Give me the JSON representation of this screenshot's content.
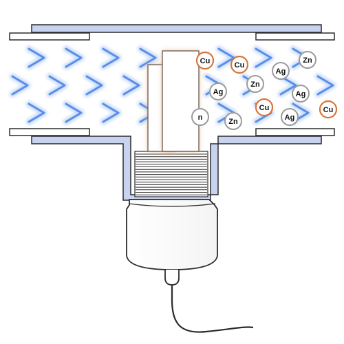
{
  "colors": {
    "pipe_fill": "#c8d4ef",
    "pipe_stroke": "#2b2b2b",
    "flow_arrow": "#3b7be3",
    "electrode_glow": "#e8b48a",
    "ion_copper_ring": "#d9743a",
    "ion_default_ring": "#9a9a9a"
  },
  "icons": {
    "flow": "chevron-right-arrow",
    "electrode": "electrode-rod",
    "sensor_housing": "cylindrical-housing",
    "cable": "power-cable"
  },
  "ions": [
    {
      "label": "Cu",
      "kind": "copper"
    },
    {
      "label": "Cu",
      "kind": "copper"
    },
    {
      "label": "Ag",
      "kind": "silver"
    },
    {
      "label": "Zn",
      "kind": "zinc"
    },
    {
      "label": "Ag",
      "kind": "silver"
    },
    {
      "label": "Zn",
      "kind": "zinc"
    },
    {
      "label": "Ag",
      "kind": "silver"
    },
    {
      "label": "Cu",
      "kind": "copper"
    },
    {
      "label": "Zn",
      "kind": "zinc"
    },
    {
      "label": "Ag",
      "kind": "silver"
    },
    {
      "label": "Cu",
      "kind": "copper"
    },
    {
      "label": "n",
      "kind": "zinc"
    }
  ]
}
